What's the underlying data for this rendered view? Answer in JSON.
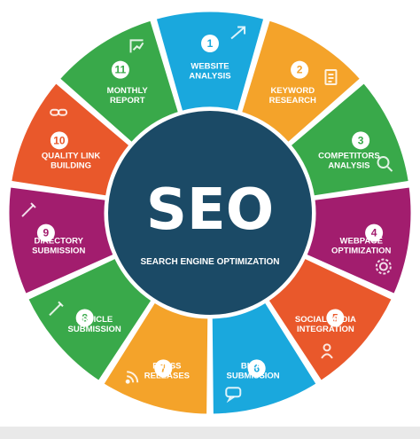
{
  "center": {
    "title": "SEO",
    "subtitle": "SEARCH ENGINE OPTIMIZATION",
    "color": "#1b4a66"
  },
  "segments": [
    {
      "number": "1",
      "lines": [
        "WEBSITE",
        "ANALYSIS"
      ],
      "color": "#1aa8dd",
      "icon": "trend-arrow-icon"
    },
    {
      "number": "2",
      "lines": [
        "KEYWORD",
        "RESEARCH"
      ],
      "color": "#f4a32a",
      "icon": "document-icon"
    },
    {
      "number": "3",
      "lines": [
        "COMPETITORS",
        "ANALYSIS"
      ],
      "color": "#39a94a",
      "icon": "magnifier-icon"
    },
    {
      "number": "4",
      "lines": [
        "WEBPAGE",
        "OPTIMIZATION"
      ],
      "color": "#a21d6e",
      "icon": "gear-icon"
    },
    {
      "number": "5",
      "lines": [
        "SOCIAL MEDIA",
        "INTEGRATION"
      ],
      "color": "#e9582b",
      "icon": "person-icon"
    },
    {
      "number": "6",
      "lines": [
        "BLOG",
        "SUBMISSION"
      ],
      "color": "#1aa8dd",
      "icon": "chat-bubble-icon"
    },
    {
      "number": "7",
      "lines": [
        "PRESS",
        "RELEASES"
      ],
      "color": "#f4a32a",
      "icon": "rss-icon"
    },
    {
      "number": "8",
      "lines": [
        "ARTICLE",
        "SUBMISSION"
      ],
      "color": "#39a94a",
      "icon": "pencil-icon"
    },
    {
      "number": "9",
      "lines": [
        "DIRECTORY",
        "SUBMISSION"
      ],
      "color": "#a21d6e",
      "icon": "pencil-icon"
    },
    {
      "number": "10",
      "lines": [
        "QUALITY LINK",
        "BUILDING"
      ],
      "color": "#e9582b",
      "icon": "link-icon"
    },
    {
      "number": "11",
      "lines": [
        "MONTHLY",
        "REPORT"
      ],
      "color": "#39a94a",
      "icon": "report-icon"
    }
  ]
}
